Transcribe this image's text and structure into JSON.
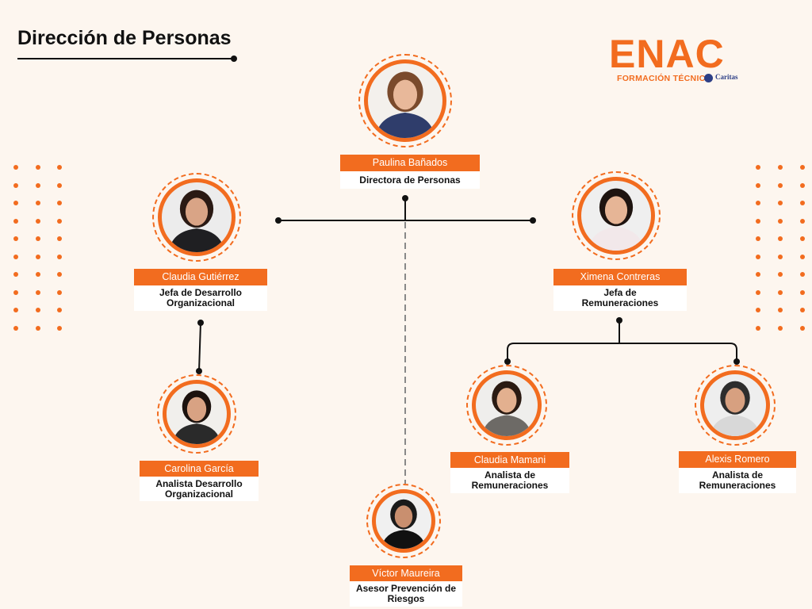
{
  "header": {
    "title": "Dirección de Personas"
  },
  "logo": {
    "word": "ENAC",
    "subtitle": "FORMACIÓN TÉCNICA",
    "partner": "Caritas"
  },
  "colors": {
    "accent": "#f26c1f",
    "background": "#fdf6ef",
    "text": "#111111"
  },
  "people": {
    "director": {
      "name": "Paulina Bañados",
      "role": "Directora de Personas"
    },
    "dev_head": {
      "name": "Claudia Gutiérrez",
      "role_l1": "Jefa de Desarrollo",
      "role_l2": "Organizacional"
    },
    "pay_head": {
      "name": "Ximena Contreras",
      "role_l1": "Jefa de",
      "role_l2": "Remuneraciones"
    },
    "dev_analyst": {
      "name": "Carolina García",
      "role_l1": "Analista Desarrollo",
      "role_l2": "Organizacional"
    },
    "pay_analyst_1": {
      "name": "Claudia Mamani",
      "role_l1": "Analista de",
      "role_l2": "Remuneraciones"
    },
    "pay_analyst_2": {
      "name": "Alexis Romero",
      "role_l1": "Analista de",
      "role_l2": "Remuneraciones"
    },
    "risk_advisor": {
      "name": "Víctor Maureira",
      "role_l1": "Asesor Prevención de",
      "role_l2": "Riesgos"
    }
  }
}
